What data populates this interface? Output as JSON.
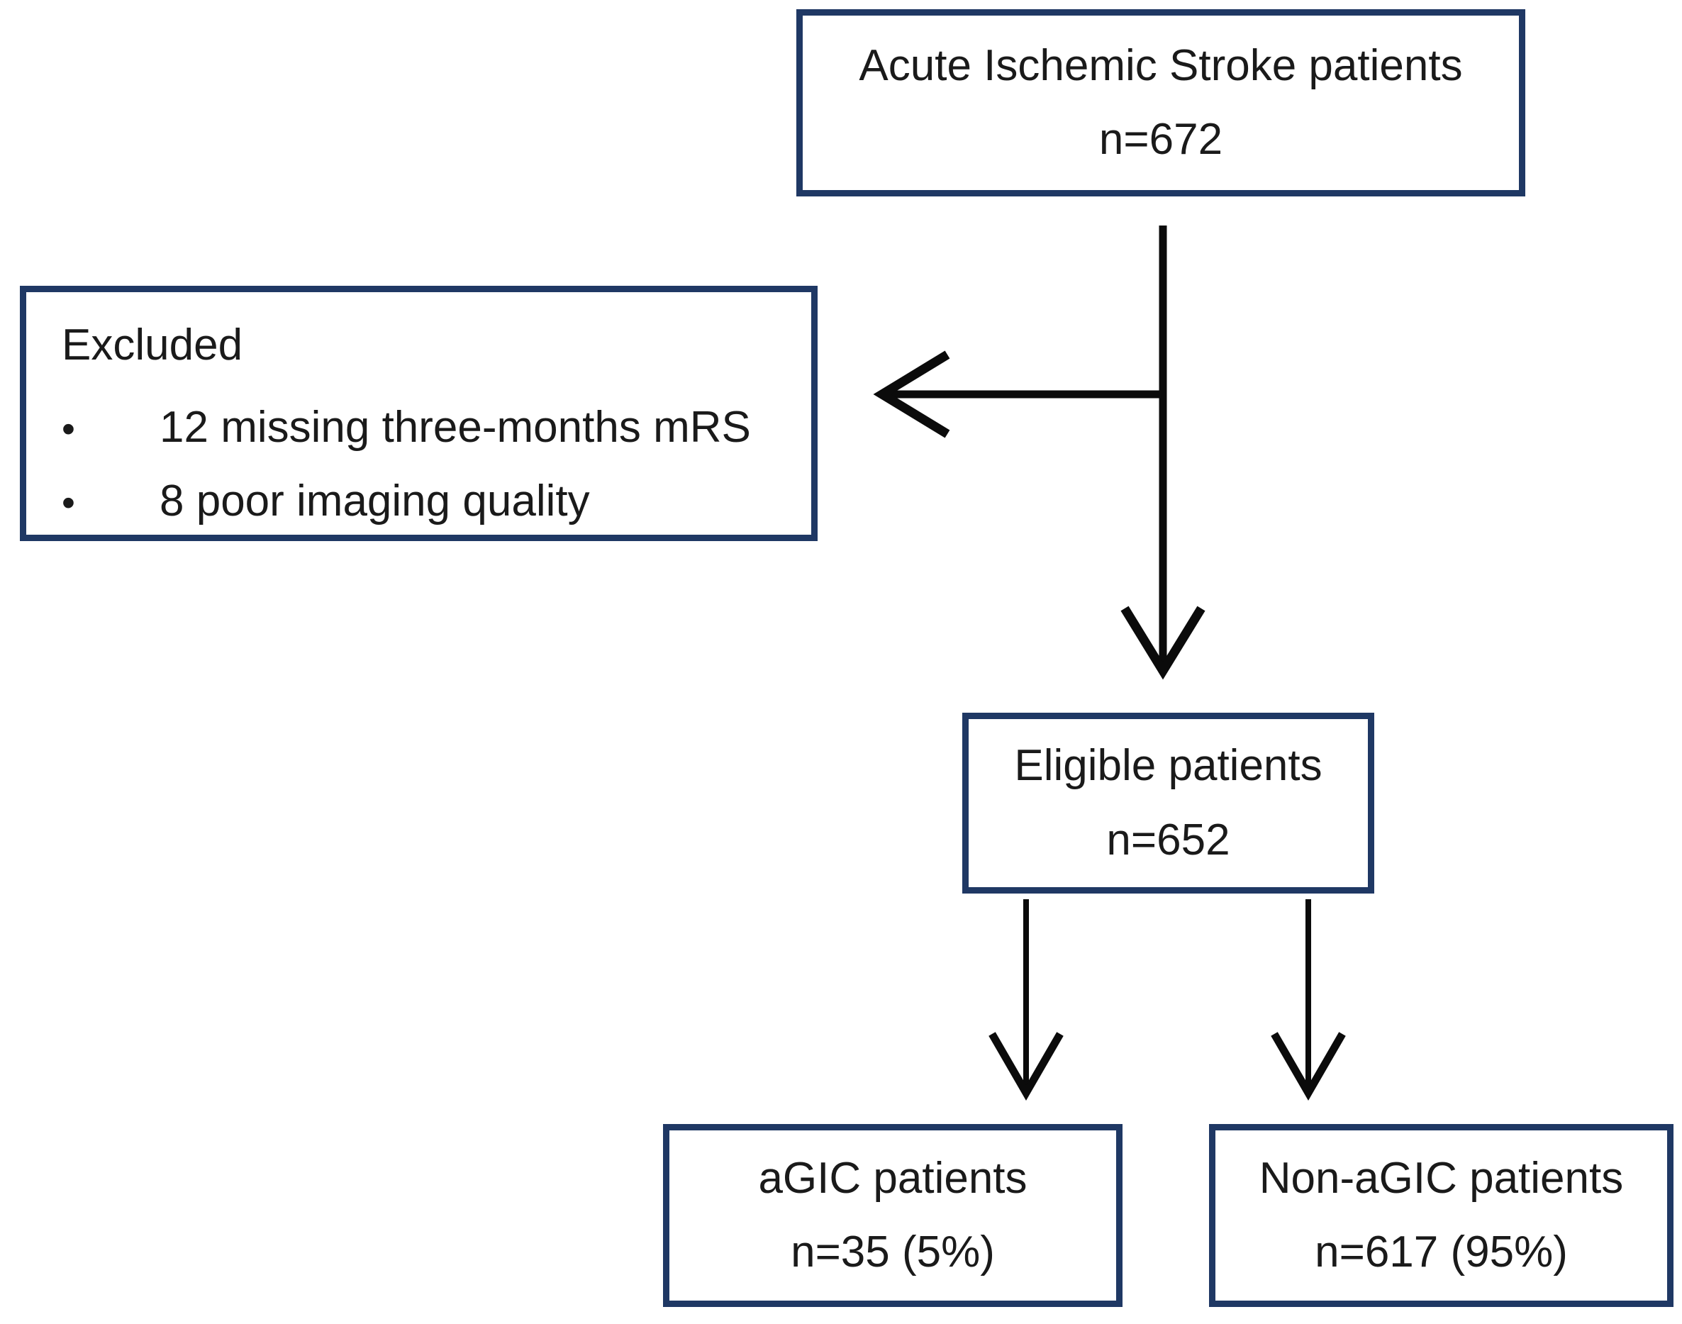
{
  "diagram": {
    "colors": {
      "background": "#ffffff",
      "border": "#1f3864",
      "arrow": "#0b0b0b",
      "text": "#1a1a1a"
    },
    "nodes": {
      "acute": {
        "title": "Acute Ischemic Stroke patients",
        "count": "n=672"
      },
      "excluded": {
        "title": "Excluded",
        "bullet": "•",
        "items": [
          "12 missing three-months mRS",
          "8 poor imaging quality"
        ]
      },
      "eligible": {
        "title": "Eligible patients",
        "count": "n=652"
      },
      "agic": {
        "title": "aGIC patients",
        "count": "n=35 (5%)"
      },
      "non_agic": {
        "title": "Non-aGIC patients",
        "count": "n=617 (95%)"
      }
    },
    "edges": [
      {
        "from": "acute",
        "to": "eligible",
        "type": "arrow"
      },
      {
        "from": "acute",
        "to": "excluded",
        "type": "arrow",
        "via": "branch-left"
      },
      {
        "from": "eligible",
        "to": "agic",
        "type": "arrow"
      },
      {
        "from": "eligible",
        "to": "non_agic",
        "type": "arrow"
      }
    ]
  }
}
